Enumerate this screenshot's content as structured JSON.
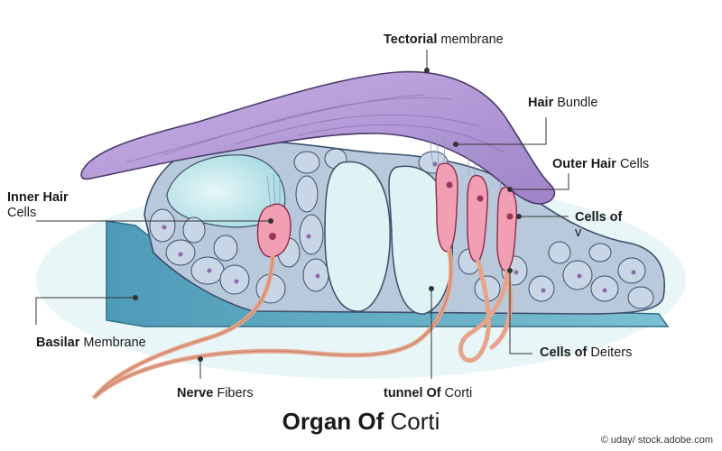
{
  "labels": {
    "tectorial": {
      "bold": "Tectorial",
      "rest": " membrane"
    },
    "hair_bundle": {
      "bold": "Hair",
      "rest": " Bundle"
    },
    "outer_hair": {
      "bold": "Outer Hair",
      "rest": " Cells"
    },
    "inner_hair": {
      "bold": "Inner Hair",
      "rest": "Cells"
    },
    "cells_of_v": {
      "bold": "Cells of",
      "rest": "v"
    },
    "basilar": {
      "bold": "Basilar",
      "rest": " Membrane"
    },
    "deiters": {
      "bold": "Cells of",
      "rest": " Deiters"
    },
    "nerve": {
      "bold": "Nerve",
      "rest": " Fibers"
    },
    "tunnel": {
      "bold": "tunnel Of",
      "rest": " Corti"
    }
  },
  "title": {
    "bold": "Organ Of",
    "rest": " Corti"
  },
  "credit": "© uday/ stock.adobe.com",
  "colors": {
    "tectorial": "#b79cd9",
    "hair_cell": "#f2a0b4",
    "support": "#b8c9dc",
    "fluid": "#bfe6ea",
    "basilar": "#5fa9c2",
    "nerve": "#f0b8a0"
  }
}
